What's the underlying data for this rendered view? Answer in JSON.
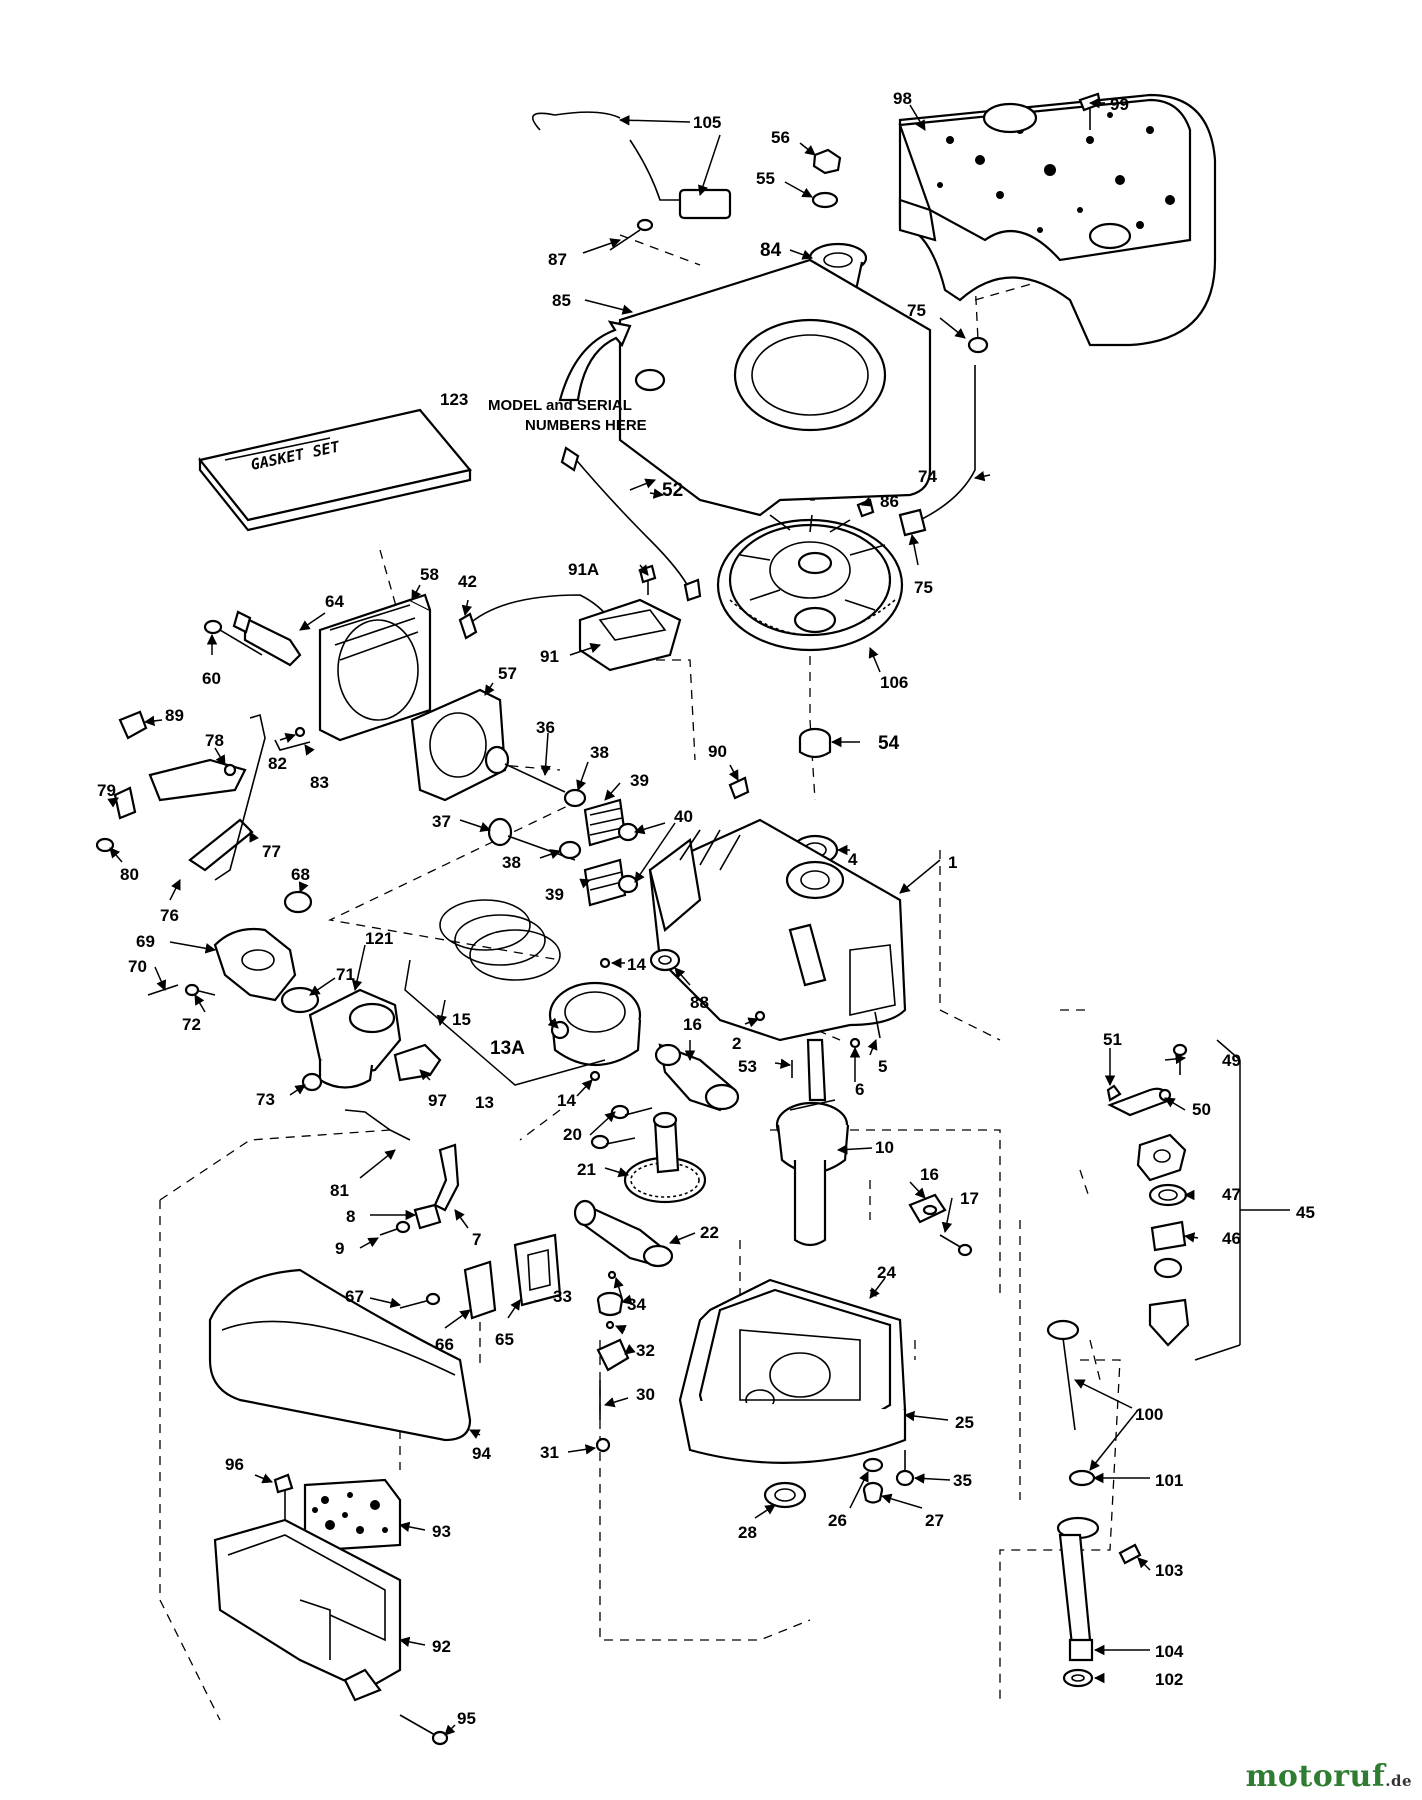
{
  "diagram": {
    "labels": {
      "p1": "1",
      "p2": "2",
      "p4": "4",
      "p5": "5",
      "p6": "6",
      "p7": "7",
      "p8": "8",
      "p9": "9",
      "p10": "10",
      "p13": "13",
      "p13a": "13A",
      "p14a": "14",
      "p14b": "14",
      "p15": "15",
      "p16a": "16",
      "p16b": "16",
      "p17": "17",
      "p20": "20",
      "p21": "21",
      "p22": "22",
      "p24": "24",
      "p25": "25",
      "p26": "26",
      "p27": "27",
      "p28": "28",
      "p30": "30",
      "p31": "31",
      "p32": "32",
      "p33": "33",
      "p34": "34",
      "p35": "35",
      "p36": "36",
      "p37": "37",
      "p38a": "38",
      "p38b": "38",
      "p39a": "39",
      "p39b": "39",
      "p40": "40",
      "p42": "42",
      "p45": "45",
      "p46": "46",
      "p47": "47",
      "p49": "49",
      "p50": "50",
      "p51": "51",
      "p52": "52",
      "p53": "53",
      "p54": "54",
      "p55": "55",
      "p56": "56",
      "p57": "57",
      "p58": "58",
      "p60": "60",
      "p64": "64",
      "p65": "65",
      "p66": "66",
      "p67": "67",
      "p68": "68",
      "p69": "69",
      "p70": "70",
      "p71": "71",
      "p72": "72",
      "p73": "73",
      "p74": "74",
      "p75a": "75",
      "p75b": "75",
      "p76": "76",
      "p77": "77",
      "p78": "78",
      "p79": "79",
      "p80": "80",
      "p81": "81",
      "p82": "82",
      "p83": "83",
      "p84": "84",
      "p85": "85",
      "p86": "86",
      "p87": "87",
      "p88": "88",
      "p89": "89",
      "p90": "90",
      "p91": "91",
      "p91a": "91A",
      "p92": "92",
      "p93": "93",
      "p94": "94",
      "p95": "95",
      "p96": "96",
      "p97": "97",
      "p98": "98",
      "p99": "99",
      "p100": "100",
      "p101": "101",
      "p102": "102",
      "p103": "103",
      "p104": "104",
      "p105": "105",
      "p106": "106",
      "p121": "121",
      "p123": "123"
    },
    "model_note_line1": "MODEL and SERIAL",
    "model_note_line2": "NUMBERS HERE",
    "gasket_set_label": "GASKET SET"
  },
  "watermark": {
    "brand": "motoruf",
    "suffix": ".de",
    "color": "#2e7d32"
  }
}
